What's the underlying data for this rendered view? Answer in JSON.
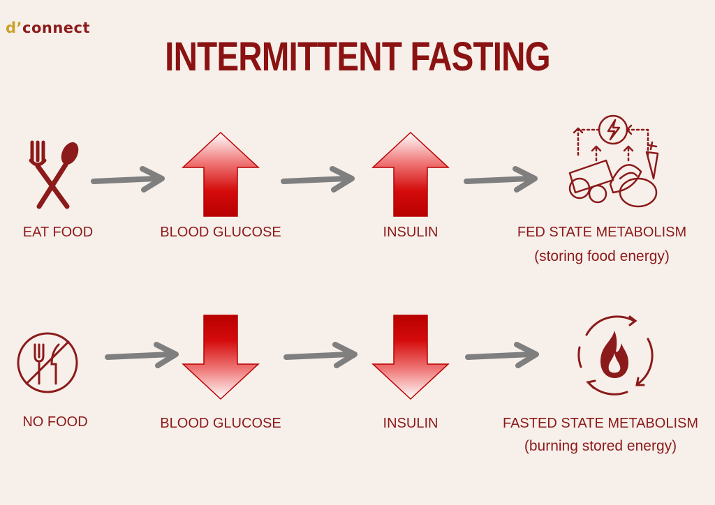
{
  "brand": {
    "logo_d": "d",
    "logo_tick": "’",
    "logo_rest": "connect"
  },
  "title": "INTERMITTENT FASTING",
  "rows": [
    {
      "steps": [
        {
          "label": "EAT FOOD",
          "icon": "fork-spoon-icon"
        },
        {
          "label": "BLOOD GLUCOSE",
          "icon": "arrow-up-icon",
          "direction": "up"
        },
        {
          "label": "INSULIN",
          "icon": "arrow-up-icon",
          "direction": "up"
        },
        {
          "label": "FED STATE METABOLISM",
          "sublabel": "(storing food energy)",
          "icon": "fed-metabolism-icon"
        }
      ]
    },
    {
      "steps": [
        {
          "label": "NO FOOD",
          "icon": "no-food-icon"
        },
        {
          "label": "BLOOD GLUCOSE",
          "icon": "arrow-down-icon",
          "direction": "down"
        },
        {
          "label": "INSULIN",
          "icon": "arrow-down-icon",
          "direction": "down"
        },
        {
          "label": "FASTED STATE METABOLISM",
          "sublabel": "(burning stored energy)",
          "icon": "fasted-metabolism-icon"
        }
      ]
    }
  ],
  "colors": {
    "accent": "#8b1a1a",
    "arrow_red": "#d40b0b",
    "connector": "#7f7f7f",
    "background": "#f7efea"
  }
}
